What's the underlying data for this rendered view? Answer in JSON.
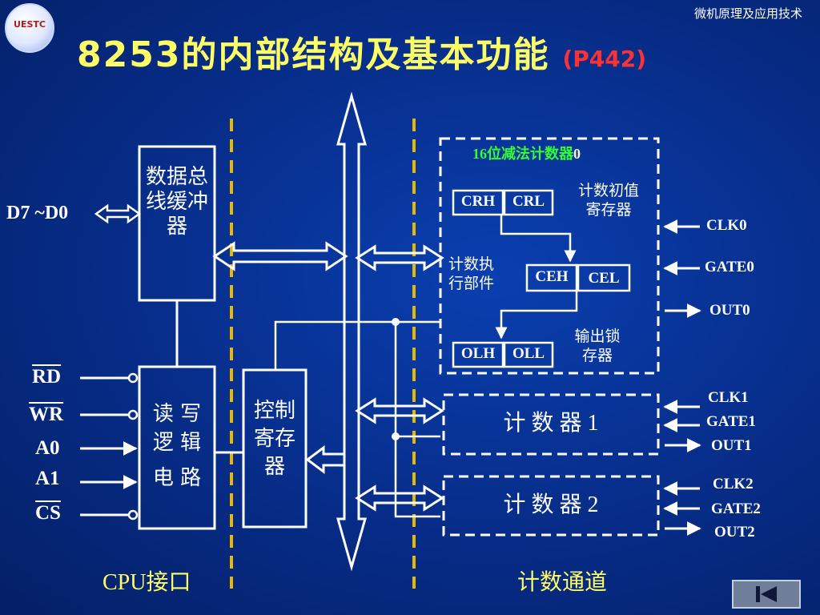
{
  "header": {
    "logo_text": "UESTC",
    "course": "微机原理及应用技术",
    "title": "8253的内部结构及基本功能",
    "title_page": "(P442)"
  },
  "blocks": {
    "data_bus_buffer": "数据总线缓冲器",
    "rw_logic": [
      "读 写",
      "逻 辑",
      "电 路"
    ],
    "control_register": "控制寄存器",
    "counter1": "计 数 器 1",
    "counter2": "计 数 器 2"
  },
  "counter0": {
    "title_green": "16位减法计数器",
    "title_num": "0",
    "initial_reg_label": [
      "计数初值",
      "寄存器"
    ],
    "exec_label": [
      "计数执",
      "行部件"
    ],
    "latch_label": [
      "输出锁",
      "存器"
    ],
    "regs": {
      "crh": "CRH",
      "crl": "CRL",
      "ceh": "CEH",
      "cel": "CEL",
      "olh": "OLH",
      "oll": "OLL"
    }
  },
  "cpu_signals": {
    "d7d0": "D7 ~D0",
    "rd": "RD",
    "wr": "WR",
    "a0": "A0",
    "a1": "A1",
    "cs": "CS"
  },
  "counter_signals": {
    "clk0": "CLK0",
    "gate0": "GATE0",
    "out0": "OUT0",
    "clk1": "CLK1",
    "gate1": "GATE1",
    "out1": "OUT1",
    "clk2": "CLK2",
    "gate2": "GATE2",
    "out2": "OUT2"
  },
  "footer": {
    "cpu_interface": "CPU接口",
    "counting_channel": "计数通道"
  },
  "colors": {
    "title": "#ffff66",
    "accent_red": "#ff3333",
    "counter_title": "#33ff33",
    "divider": "#e6b800",
    "background": "#072f8e"
  }
}
